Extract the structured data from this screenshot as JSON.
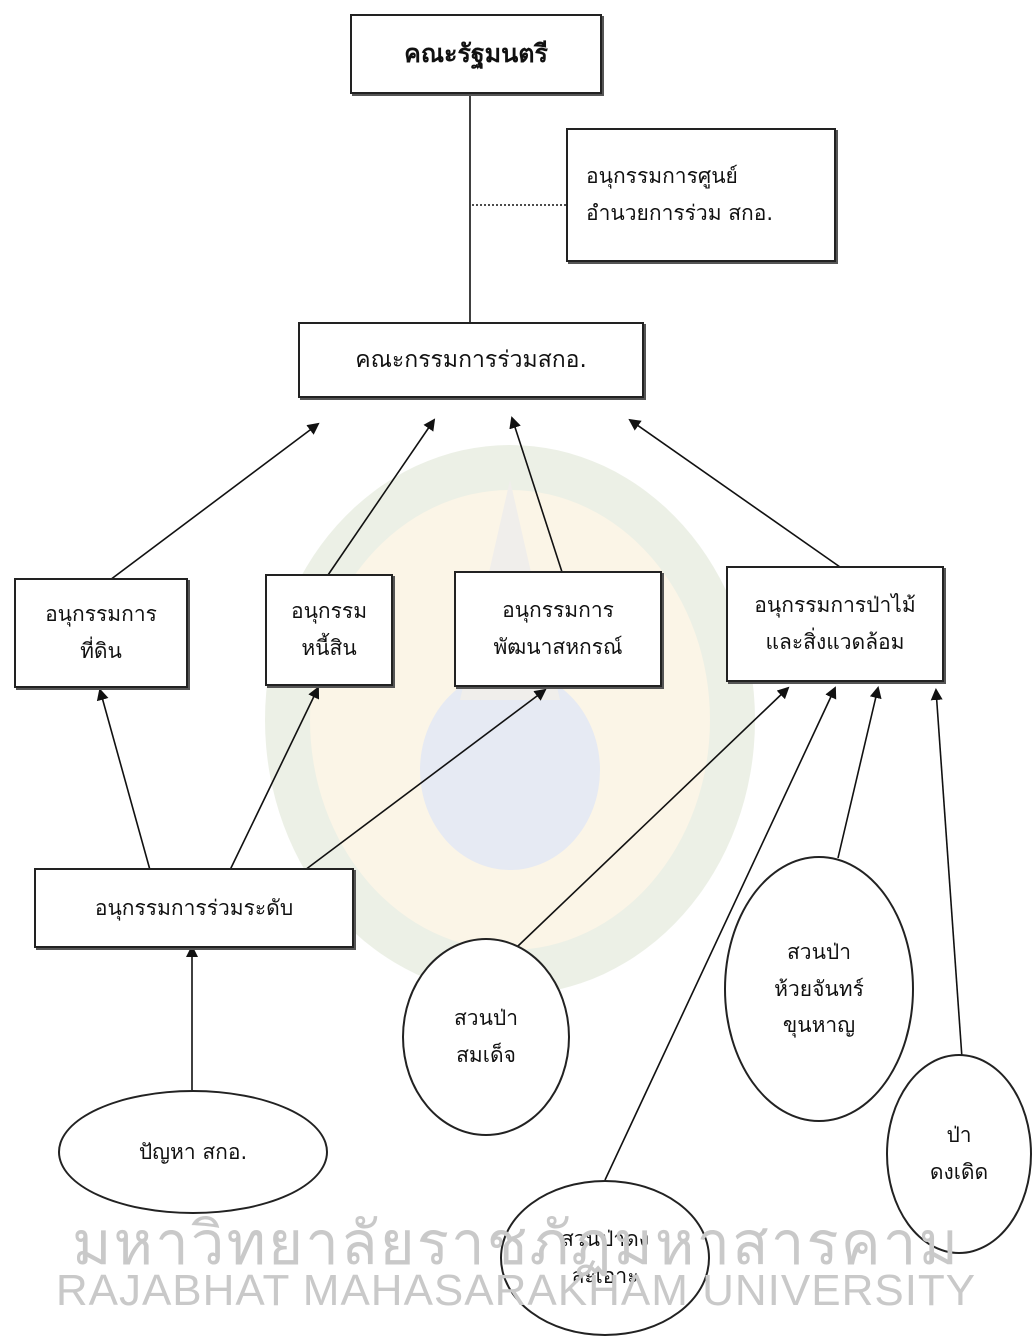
{
  "nodes": {
    "cabinet": "คณะรัฐมนตรี",
    "center": [
      "อนุกรรมการศูนย์",
      "อำนวยการร่วม  สกอ."
    ],
    "joint_committee": "คณะกรรมการร่วมสกอ.",
    "land": [
      "อนุกรรมการ",
      "ที่ดิน"
    ],
    "debt": [
      "อนุกรรม",
      "หนี้สิน"
    ],
    "coop": [
      "อนุกรรมการ",
      "พัฒนาสหกรณ์"
    ],
    "forest": [
      "อนุกรรมการป่าไม้",
      "และสิ่งแวดล้อม"
    ],
    "level": "อนุกรรมการร่วมระดับ",
    "problem": "ปัญหา  สกอ.",
    "somdet": [
      "สวนป่า",
      "สมเด็จ"
    ],
    "huai": [
      "สวนป่า",
      "ห้วยจันทร์",
      "ขุนหาญ"
    ],
    "dong_la": [
      "สวนป่าดง",
      "ละเอาะ"
    ],
    "dong_derm": [
      "ป่า",
      "ดงเดิด"
    ]
  },
  "watermark": {
    "thai": "มหาวิทยาลัยราชภัฏมหาสารคาม",
    "english": "RAJABHAT MAHASARAKHAM UNIVERSITY"
  }
}
